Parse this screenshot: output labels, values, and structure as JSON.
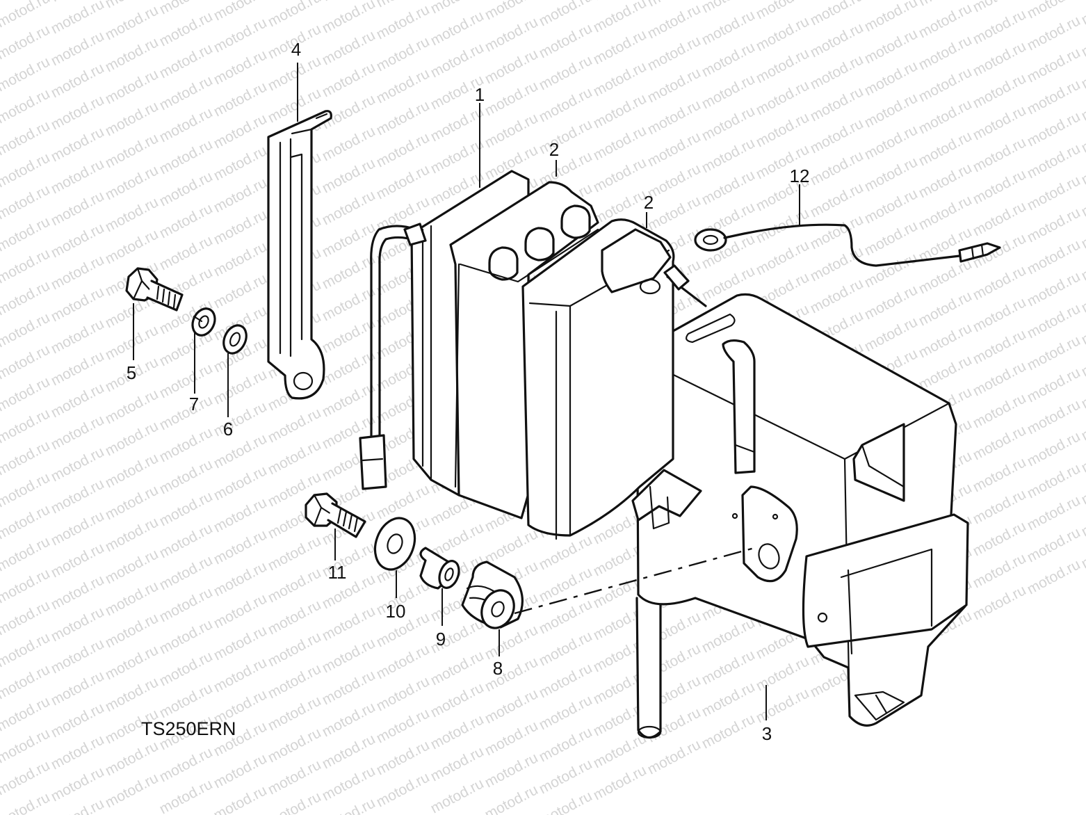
{
  "diagram": {
    "model_code": "TS250ERN",
    "watermark_text": "motod.ru",
    "ink_color": "#111111",
    "watermark_color": "#d4d4d4",
    "callouts": [
      {
        "id": "battery",
        "label": "1",
        "icon": "battery-icon"
      },
      {
        "id": "cap-left",
        "label": "2",
        "icon": "terminal-cap-icon"
      },
      {
        "id": "cap-right",
        "label": "2",
        "icon": "terminal-cap-icon"
      },
      {
        "id": "case",
        "label": "3",
        "icon": "battery-case-icon"
      },
      {
        "id": "bracket",
        "label": "4",
        "icon": "bracket-icon"
      },
      {
        "id": "bolt-top",
        "label": "5",
        "icon": "bolt-icon"
      },
      {
        "id": "washer-flat",
        "label": "6",
        "icon": "washer-icon"
      },
      {
        "id": "washer-lock",
        "label": "7",
        "icon": "lock-washer-icon"
      },
      {
        "id": "cushion",
        "label": "8",
        "icon": "grommet-icon"
      },
      {
        "id": "spacer",
        "label": "9",
        "icon": "spacer-icon"
      },
      {
        "id": "washer-large",
        "label": "10",
        "icon": "washer-icon"
      },
      {
        "id": "bolt-bottom",
        "label": "11",
        "icon": "bolt-icon"
      },
      {
        "id": "lead-wire",
        "label": "12",
        "icon": "wire-icon"
      }
    ]
  }
}
